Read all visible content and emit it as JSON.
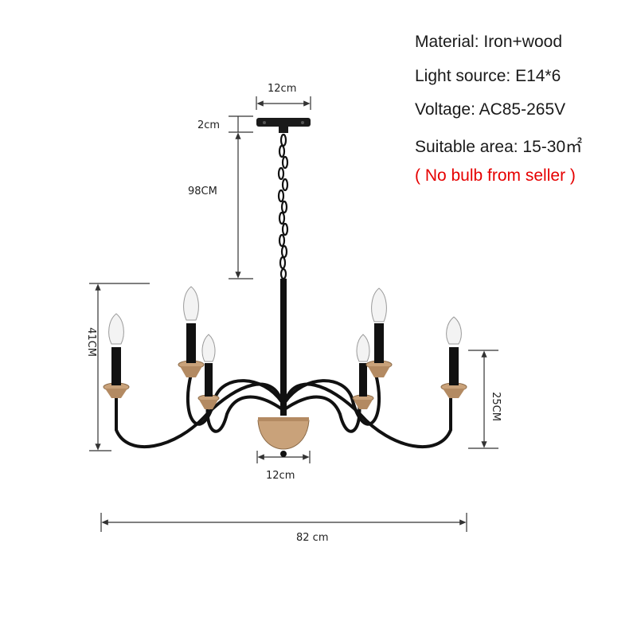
{
  "specs": {
    "material": "Material: Iron+wood",
    "light_source": "Light source: E14*6",
    "voltage": "Voltage: AC85-265V",
    "area": "Suitable area: 15-30㎡",
    "note": "( No bulb from seller )"
  },
  "dimensions": {
    "canopy_width": "12cm",
    "canopy_height": "2cm",
    "chain_length": "98CM",
    "body_height": "41CM",
    "arm_height": "25CM",
    "base_width": "12cm",
    "total_width": "82 cm"
  },
  "colors": {
    "iron": "#111111",
    "wood": "#c9a27a",
    "note": "#e60000"
  }
}
